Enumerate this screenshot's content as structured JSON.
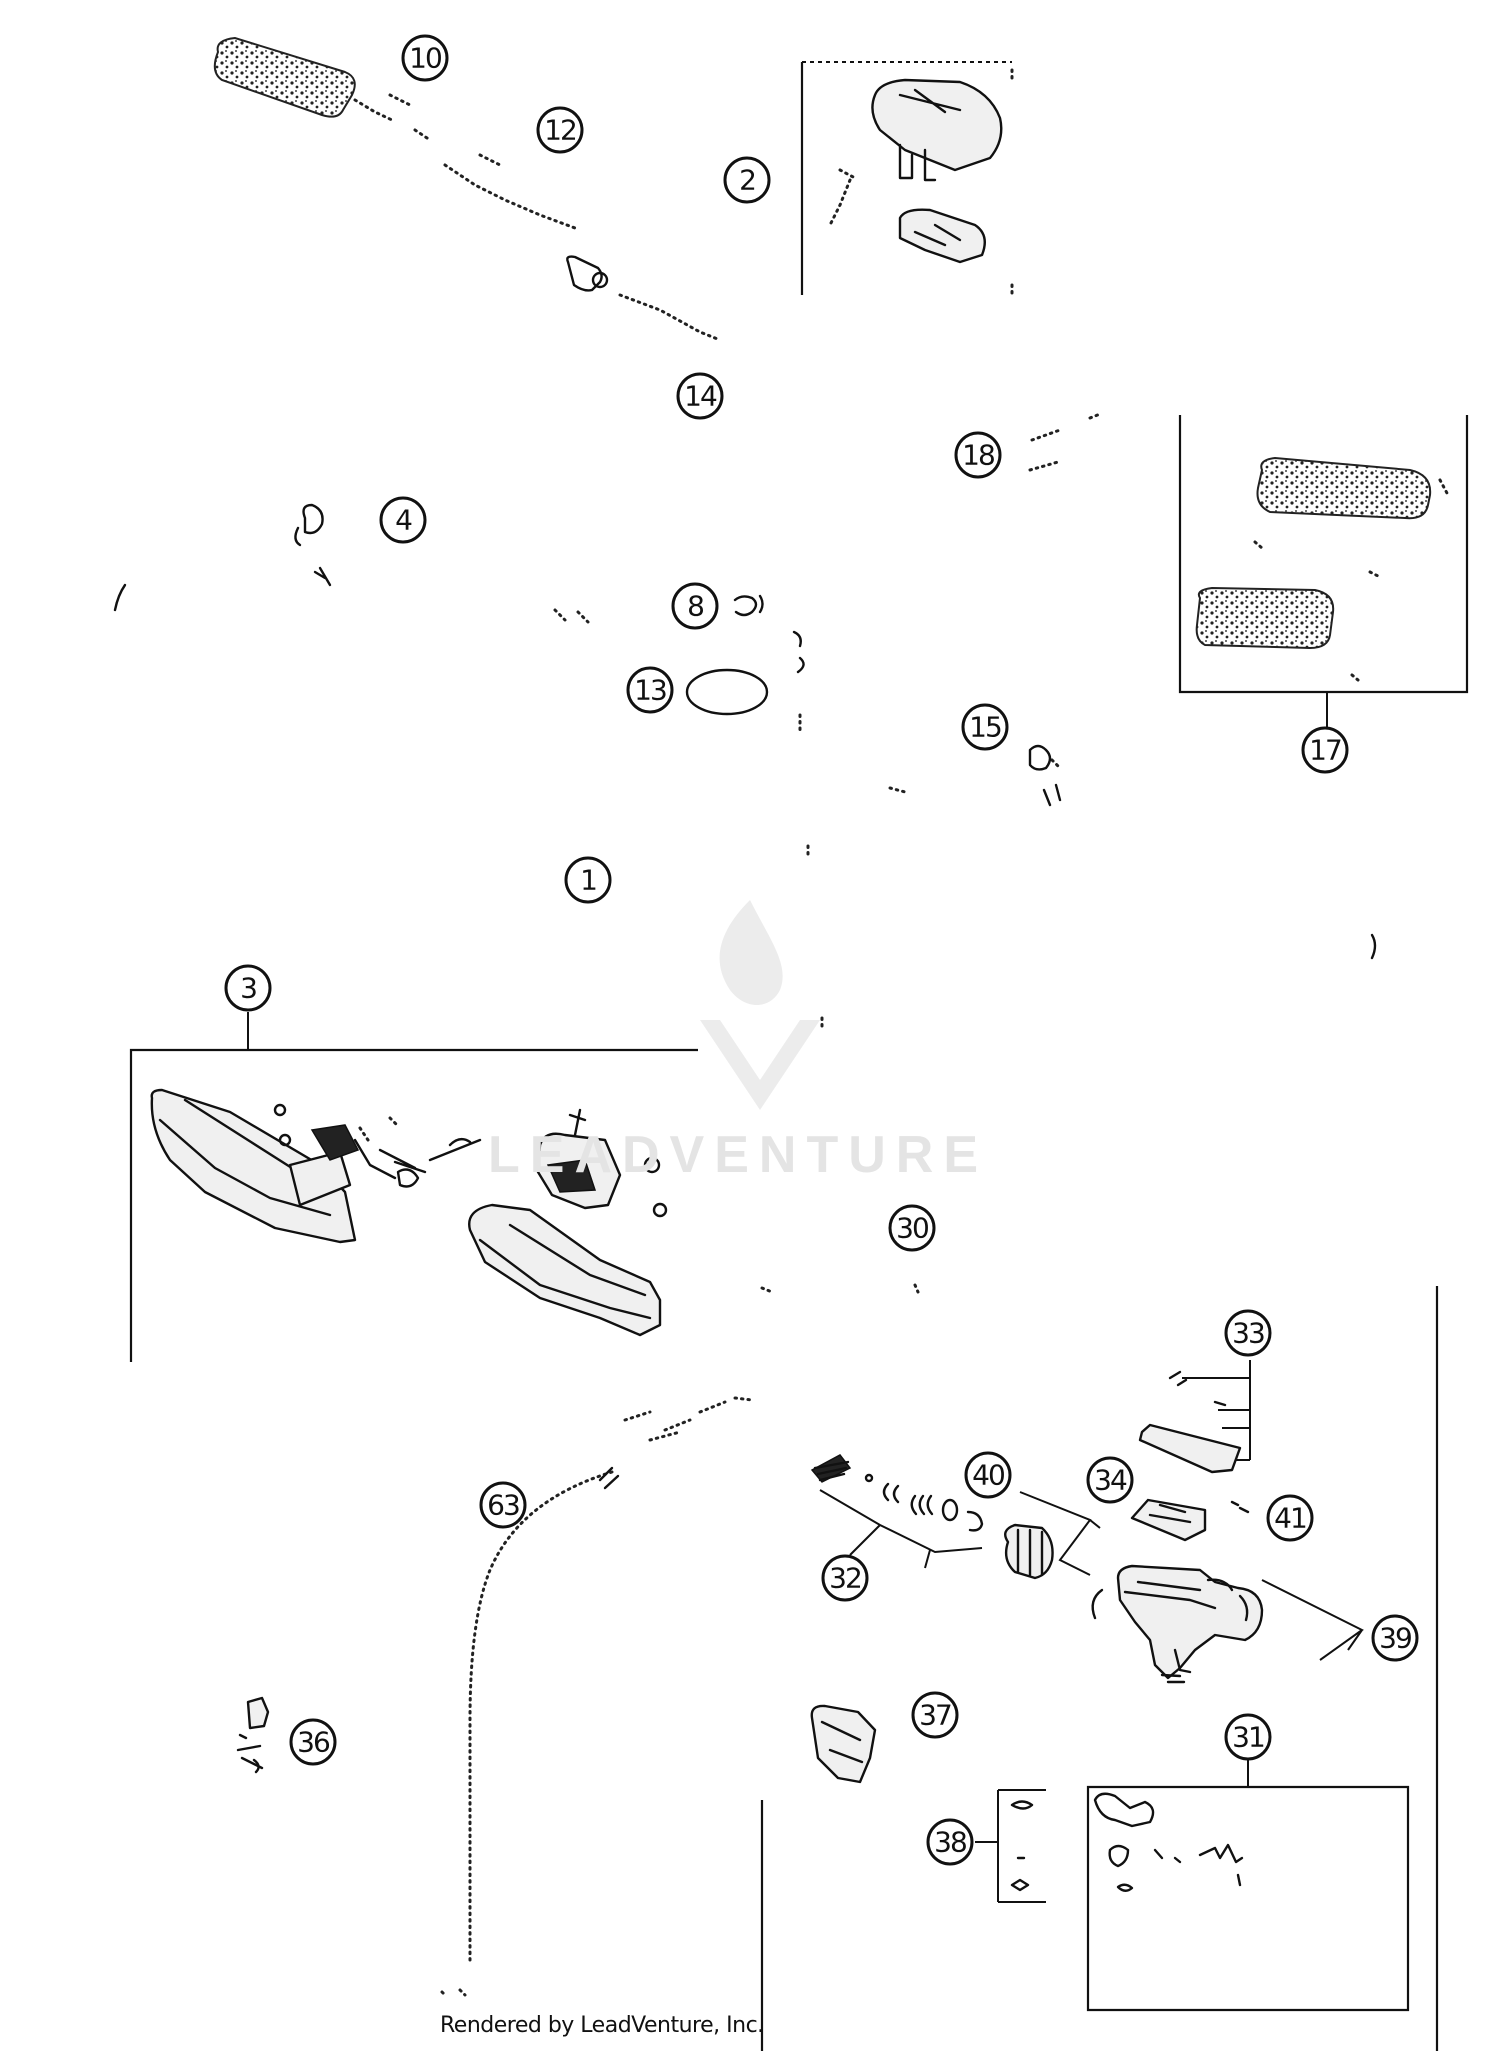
{
  "callouts": [
    {
      "id": "c10",
      "label": "10"
    },
    {
      "id": "c12",
      "label": "12"
    },
    {
      "id": "c2",
      "label": "2"
    },
    {
      "id": "c14",
      "label": "14"
    },
    {
      "id": "c18",
      "label": "18"
    },
    {
      "id": "c4",
      "label": "4"
    },
    {
      "id": "c8",
      "label": "8"
    },
    {
      "id": "c13",
      "label": "13"
    },
    {
      "id": "c15",
      "label": "15"
    },
    {
      "id": "c17",
      "label": "17"
    },
    {
      "id": "c1",
      "label": "1"
    },
    {
      "id": "c3",
      "label": "3"
    },
    {
      "id": "c30",
      "label": "30"
    },
    {
      "id": "c33",
      "label": "33"
    },
    {
      "id": "c40",
      "label": "40"
    },
    {
      "id": "c34",
      "label": "34"
    },
    {
      "id": "c41",
      "label": "41"
    },
    {
      "id": "c63",
      "label": "63"
    },
    {
      "id": "c32",
      "label": "32"
    },
    {
      "id": "c39",
      "label": "39"
    },
    {
      "id": "c37",
      "label": "37"
    },
    {
      "id": "c36",
      "label": "36"
    },
    {
      "id": "c31",
      "label": "31"
    },
    {
      "id": "c38",
      "label": "38"
    }
  ],
  "footer": "Rendered by LeadVenture, Inc.",
  "watermark": {
    "text": "LEADVENTURE",
    "color": "#e4e4e4"
  }
}
